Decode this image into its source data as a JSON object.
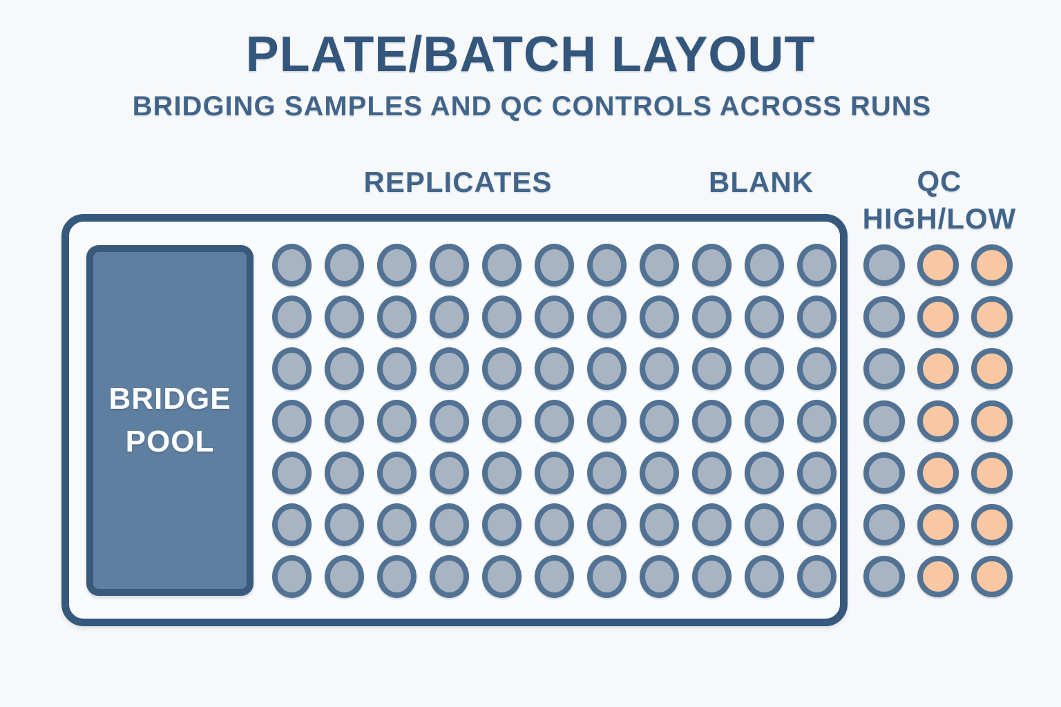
{
  "header": {
    "title": "PLATE/BATCH LAYOUT",
    "subtitle": "BRIDGING SAMPLES AND QC CONTROLS ACROSS RUNS"
  },
  "labels": {
    "replicates": "REPLICATES",
    "blank": "BLANK",
    "qc_line1": "QC",
    "qc_line2": "HIGH/LOW"
  },
  "bridge_pool": {
    "line1": "BRIDGE",
    "line2": "POOL"
  },
  "plate_grid": {
    "rows": 7,
    "columns": 11,
    "well_role": "replicate-sample",
    "well_color_key": "well_gray"
  },
  "qc_block": {
    "rows": 7,
    "columns": 3,
    "column_roles": [
      "bridge-replicate",
      "qc-control",
      "qc-control"
    ],
    "column_color_keys": [
      "well_gray",
      "well_orange",
      "well_orange"
    ]
  },
  "colors": {
    "background": "#f7f8f9",
    "title": "#33567c",
    "subtitle": "#41658a",
    "plate_border": "#35587c",
    "plate_fill": "#fafbfc",
    "bridge_fill": "#5f7fa0",
    "bridge_border": "#3a5a7c",
    "well_ring": "#527294",
    "well_gray": "#a9b4c3",
    "well_orange": "#f9c8a2"
  }
}
